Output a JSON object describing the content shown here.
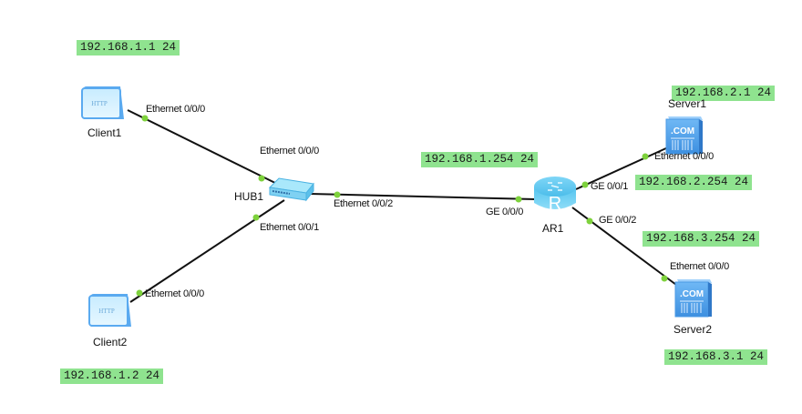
{
  "devices": {
    "client1": {
      "name": "Client1",
      "type": "http-client",
      "icon_text": "HTTP"
    },
    "client2": {
      "name": "Client2",
      "type": "http-client",
      "icon_text": "HTTP"
    },
    "hub1": {
      "name": "HUB1",
      "type": "hub"
    },
    "ar1": {
      "name": "AR1",
      "type": "router",
      "icon_text": "R"
    },
    "server1": {
      "name": "Server1",
      "type": "server",
      "icon_text": ".COM"
    },
    "server2": {
      "name": "Server2",
      "type": "server",
      "icon_text": ".COM"
    }
  },
  "ip_labels": {
    "client1": "192.168.1.1 24",
    "client2": "192.168.1.2 24",
    "ar1_g0": "192.168.1.254 24",
    "server1": "192.168.2.1 24",
    "ar1_g1": "192.168.2.254 24",
    "ar1_g2": "192.168.3.254 24",
    "server2": "192.168.3.1 24"
  },
  "ports": {
    "client1_e0": "Ethernet 0/0/0",
    "hub1_e0": "Ethernet 0/0/0",
    "hub1_e1": "Ethernet 0/0/1",
    "hub1_e2": "Ethernet 0/0/2",
    "client2_e0": "Ethernet 0/0/0",
    "ar1_g0": "GE 0/0/0",
    "ar1_g1": "GE 0/0/1",
    "ar1_g2": "GE 0/0/2",
    "server1_e0": "Ethernet 0/0/0",
    "server2_e0": "Ethernet 0/0/0"
  },
  "links": [
    {
      "from": "client1",
      "from_port": "Ethernet 0/0/0",
      "to": "hub1",
      "to_port": "Ethernet 0/0/0"
    },
    {
      "from": "client2",
      "from_port": "Ethernet 0/0/0",
      "to": "hub1",
      "to_port": "Ethernet 0/0/1"
    },
    {
      "from": "hub1",
      "from_port": "Ethernet 0/0/2",
      "to": "ar1",
      "to_port": "GE 0/0/0"
    },
    {
      "from": "ar1",
      "from_port": "GE 0/0/1",
      "to": "server1",
      "to_port": "Ethernet 0/0/0"
    },
    {
      "from": "ar1",
      "from_port": "GE 0/0/2",
      "to": "server2",
      "to_port": "Ethernet 0/0/0"
    }
  ],
  "colors": {
    "link": "#111111",
    "port_dot": "#7ed23c",
    "ip_label_bg": "#8fe38f"
  }
}
